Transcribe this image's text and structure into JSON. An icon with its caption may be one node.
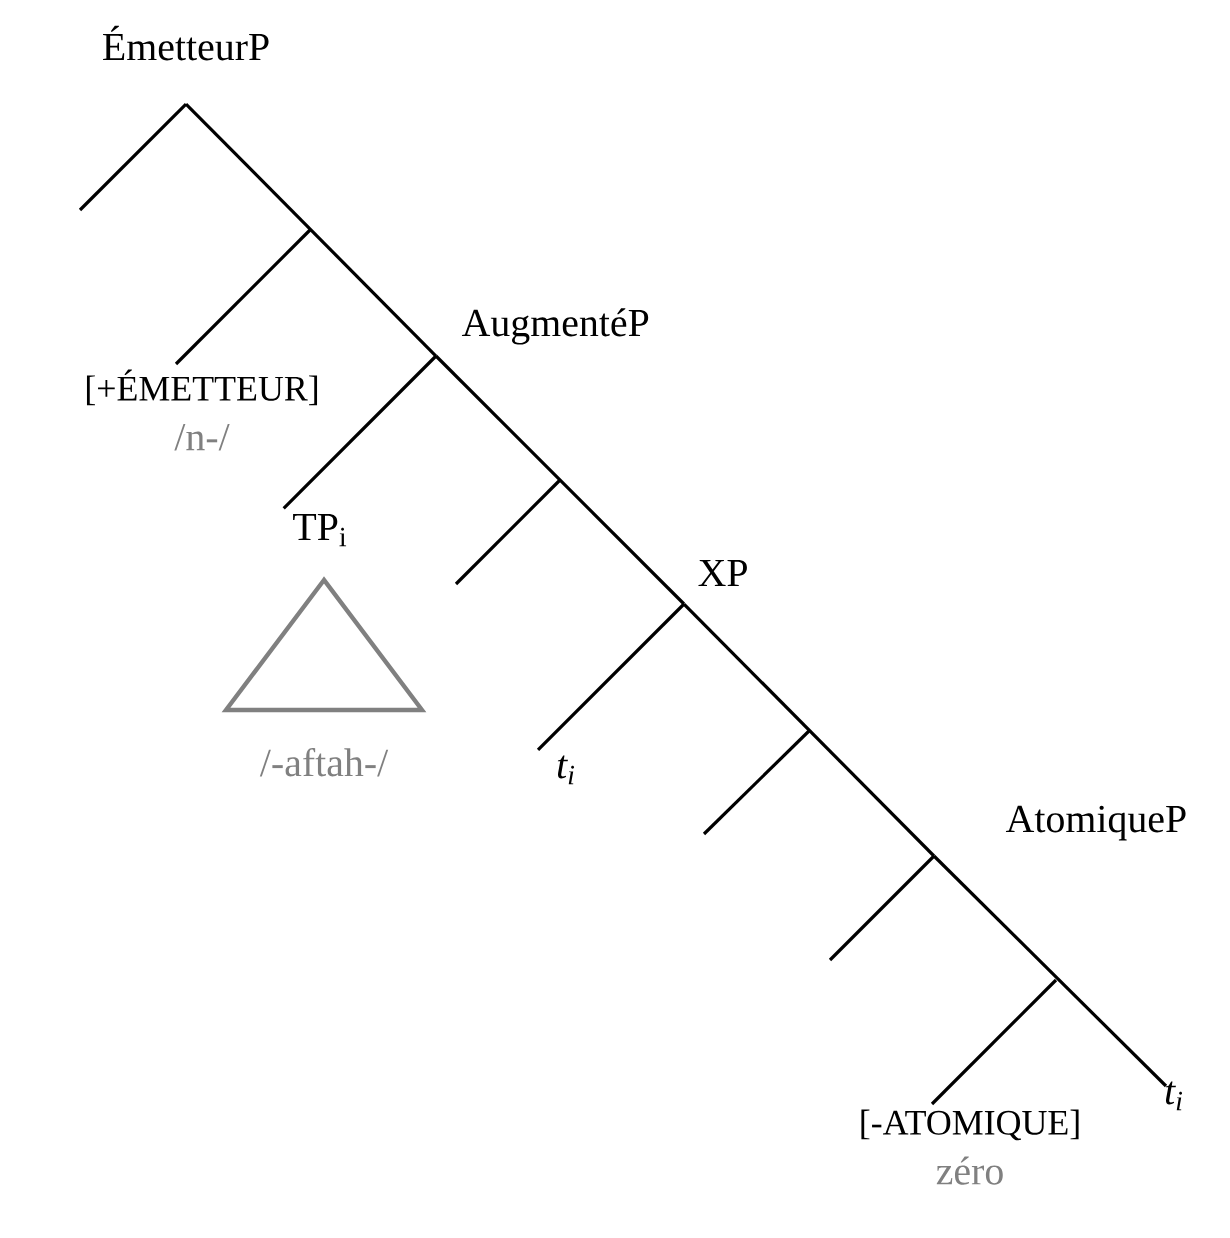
{
  "diagram": {
    "nodes": [
      {
        "text": [
          "ÉmetteurP"
        ]
      },
      {
        "text": [
          "[+ÉMETTEUR]",
          "/n-/"
        ]
      },
      {
        "text": [
          "AugmentéP"
        ]
      },
      {
        "text": [
          "TP$_{i}$"
        ]
      },
      {
        "text": [],
        "shape": "triangle",
        "beside": [
          "/-aftah-/"
        ]
      },
      {
        "text": [
          "XP"
        ]
      },
      {
        "text": [
          "t$_{i}$"
        ]
      },
      {
        "text": [
          "AtomiqueP"
        ]
      },
      {
        "text": [
          "[-ATOMIQUE]",
          "zéro"
        ]
      },
      {
        "text": [
          "t$_{i}$"
        ]
      }
    ],
    "edges": [
      {
        "from": 0,
        "to": 2,
        "arrow": "none"
      },
      {
        "from": null,
        "to": 1,
        "arrow": "none"
      },
      {
        "from": 2,
        "to": 3,
        "arrow": "none"
      },
      {
        "from": 2,
        "to": 5,
        "arrow": "none"
      },
      {
        "from": 5,
        "to": 6,
        "arrow": "none"
      },
      {
        "from": 5,
        "to": 7,
        "arrow": "none"
      },
      {
        "from": null,
        "to": 8,
        "arrow": "none"
      },
      {
        "from": 7,
        "to": 9,
        "arrow": "none"
      }
    ]
  }
}
